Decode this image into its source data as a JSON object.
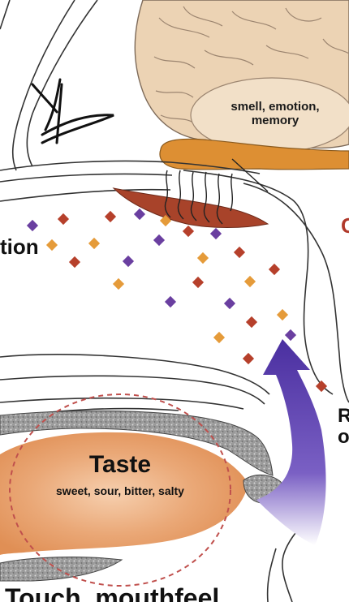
{
  "labels": {
    "brain_line1": "smell, emotion,",
    "brain_line2": "memory",
    "left_cut": "tion",
    "right_cut_top": "C",
    "right_cut_bottom": "R",
    "right_cut_bottom2": "o",
    "taste_title": "Taste",
    "taste_sub": "sweet, sour, bitter, salty",
    "bottom": "Touch, mouthfeel"
  },
  "colors": {
    "brain": "#ecd3b4",
    "bulb": "#dd8f33",
    "epithelium": "#a8432a",
    "tongue": "#e7a26c",
    "arrow": "#5b3fae",
    "circle": "#c0504d",
    "odor_red": "#b6402b",
    "odor_orange": "#e59b3a",
    "odor_purple": "#6a3fa0"
  },
  "icons": {
    "eye": "eye-icon",
    "arrow": "retronasal-arrow-icon"
  }
}
